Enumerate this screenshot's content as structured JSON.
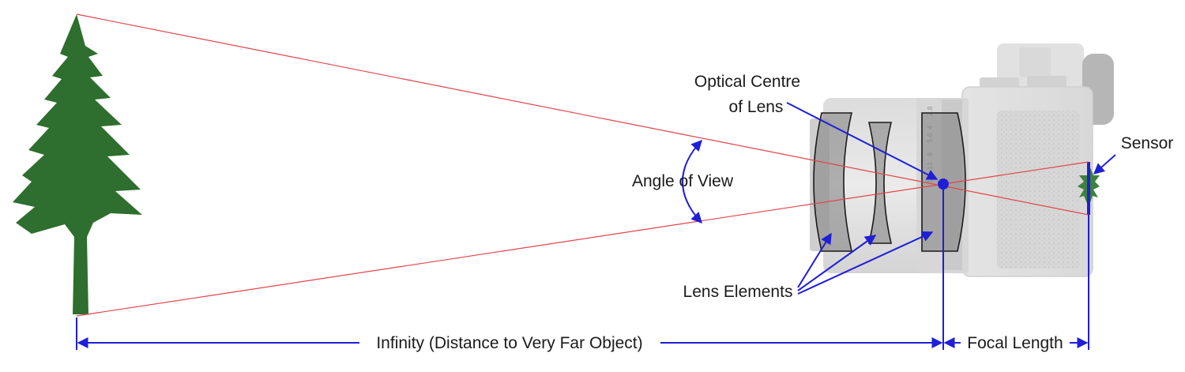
{
  "labels": {
    "optical_centre_line1": "Optical Centre",
    "optical_centre_line2": "of Lens",
    "angle_of_view": "Angle of View",
    "sensor": "Sensor",
    "lens_elements": "Lens Elements",
    "infinity": "Infinity (Distance to Very Far Object)",
    "focal_length": "Focal Length"
  },
  "aperture_ring_marks": [
    "16",
    "11",
    "8",
    "5.6",
    "4",
    "2.8"
  ],
  "colors": {
    "ray": "#e0454b",
    "annotation": "#1f1fd6",
    "tree": "#2e6e2e",
    "camera": "#d4d4d4",
    "lens_element_fill": "#7b7b7b"
  }
}
